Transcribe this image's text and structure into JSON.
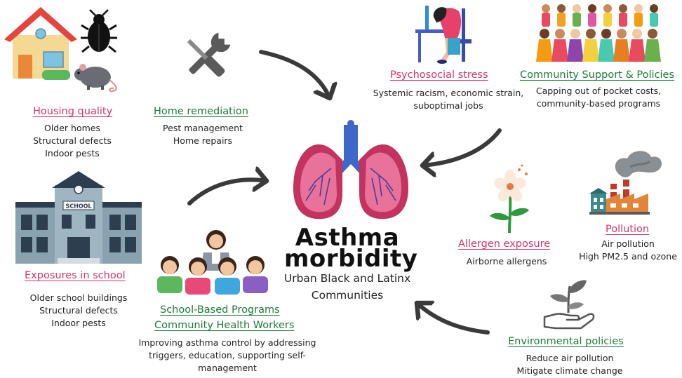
{
  "center": {
    "title_line1": "Asthma",
    "title_line2": "morbidity",
    "subtitle_line1": "Urban Black and Latinx",
    "subtitle_line2": "Communities"
  },
  "housing": {
    "heading": "Housing quality",
    "lines": [
      "Older homes",
      "Structural defects",
      "Indoor pests"
    ]
  },
  "remediation": {
    "heading": "Home remediation",
    "lines": [
      "Pest management",
      "Home repairs"
    ]
  },
  "psychosocial": {
    "heading": "Psychosocial stress",
    "lines": [
      "Systemic racism, economic strain,",
      "suboptimal jobs"
    ]
  },
  "community": {
    "heading": "Community Support & Policies",
    "lines": [
      "Capping out of pocket costs,",
      "community-based programs"
    ]
  },
  "school": {
    "heading": "Exposures in school",
    "lines": [
      "Older school buildings",
      "Structural defects",
      "Indoor pests"
    ],
    "sign": "SCHOOL"
  },
  "programs": {
    "heading_line1": "School-Based Programs",
    "heading_line2": "Community Health Workers",
    "lines": [
      "Improving asthma control  by addressing",
      "triggers, education, supporting self-",
      "management"
    ]
  },
  "allergen": {
    "heading": "Allergen exposure",
    "lines": [
      "Airborne allergens"
    ]
  },
  "pollution": {
    "heading": "Pollution",
    "lines": [
      "Air pollution",
      "High PM2.5 and ozone"
    ]
  },
  "envpolicy": {
    "heading": "Environmental policies",
    "lines": [
      "Reduce air pollution",
      "Mitigate climate change"
    ]
  },
  "colors": {
    "risk": "#d6336c",
    "intervention": "#1f7a3a",
    "arrow": "#3a3a3a"
  },
  "icons": [
    "house-icon",
    "bug-icon",
    "mouse-icon",
    "tools-icon",
    "stressed-person-icon",
    "crowd-icon",
    "lungs-icon",
    "school-icon",
    "teacher-children-icon",
    "flower-icon",
    "factory-icon",
    "plant-hand-icon"
  ]
}
